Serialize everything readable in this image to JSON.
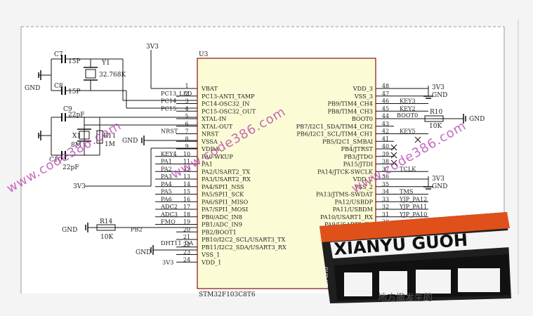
{
  "chip": {
    "ref": "U3",
    "part": "STM32F103C8T6",
    "left_pins": [
      {
        "num": "1",
        "name": "VBAT",
        "net": ""
      },
      {
        "num": "2",
        "name": "PC13-ANTI_TAMP",
        "net": "PC13_LED"
      },
      {
        "num": "3",
        "name": "PC14-OSC32_IN",
        "net": "PC14"
      },
      {
        "num": "4",
        "name": "PC15-OSC32_OUT",
        "net": "PC15"
      },
      {
        "num": "5",
        "name": "XTAL-IN",
        "net": ""
      },
      {
        "num": "6",
        "name": "XTAL-OUT",
        "net": ""
      },
      {
        "num": "7",
        "name": "NRST",
        "net": "NRST"
      },
      {
        "num": "8",
        "name": "VSSA",
        "net": ""
      },
      {
        "num": "9",
        "name": "VDDA",
        "net": ""
      },
      {
        "num": "10",
        "name": "PA0-WKUP",
        "net": "KEY4"
      },
      {
        "num": "11",
        "name": "PA1",
        "net": "PA1"
      },
      {
        "num": "12",
        "name": "PA2/USART2_TX",
        "net": "PA2"
      },
      {
        "num": "13",
        "name": "PA3/USART2_RX",
        "net": "PA3"
      },
      {
        "num": "14",
        "name": "PA4/SPI1_NSS",
        "net": "PA4"
      },
      {
        "num": "15",
        "name": "PA5/SPI1_SCK",
        "net": "PA5"
      },
      {
        "num": "16",
        "name": "PA6/SPI1_MISO",
        "net": "PA6"
      },
      {
        "num": "17",
        "name": "PA7/SPI1_MOSI",
        "net": "ADC2"
      },
      {
        "num": "18",
        "name": "PB0/ADC_IN8",
        "net": "ADC3"
      },
      {
        "num": "19",
        "name": "PB1/ADC_IN9",
        "net": "FMQ"
      },
      {
        "num": "20",
        "name": "PB2/BOOT1",
        "net": "PB2"
      },
      {
        "num": "21",
        "name": "PB10/I2C2_SCL/USART3_TX",
        "net": "DHT11_DA"
      },
      {
        "num": "22",
        "name": "PB11/I2C2_SDA/USART3_RX",
        "net": ""
      },
      {
        "num": "23",
        "name": "VSS_1",
        "net": ""
      },
      {
        "num": "24",
        "name": "VDD_1",
        "net": "3V3"
      }
    ],
    "right_pins": [
      {
        "num": "48",
        "name": "VDD_3",
        "net": "3V3"
      },
      {
        "num": "47",
        "name": "VSS_3",
        "net": "GND"
      },
      {
        "num": "46",
        "name": "PB9/TIM4_CH4",
        "net": "KEY3"
      },
      {
        "num": "45",
        "name": "PB8/TIM4_CH3",
        "net": "KEY2"
      },
      {
        "num": "44",
        "name": "BOOT0",
        "net": "BOOT0"
      },
      {
        "num": "43",
        "name": "PB7/I2C1_SDA/TIM4_CH2",
        "net": ""
      },
      {
        "num": "42",
        "name": "PB6/I2C1_SCL/TIM4_CH1",
        "net": "KEY5"
      },
      {
        "num": "41",
        "name": "PB5/I2C1_SMBAl",
        "net": ""
      },
      {
        "num": "40",
        "name": "PB4/JTRST",
        "net": ""
      },
      {
        "num": "39",
        "name": "PB3/JTDO",
        "net": ""
      },
      {
        "num": "38",
        "name": "PA15/JTDI",
        "net": ""
      },
      {
        "num": "37",
        "name": "PA14/JTCK-SWCLK",
        "net": "TCLK"
      },
      {
        "num": "36",
        "name": "VDD_2",
        "net": "3V3"
      },
      {
        "num": "35",
        "name": "VSS_2",
        "net": "GND"
      },
      {
        "num": "34",
        "name": "PA13/JTMS-SWDAT",
        "net": "TMS"
      },
      {
        "num": "33",
        "name": "PA12/USBDP",
        "net": "YJP_PA12"
      },
      {
        "num": "32",
        "name": "PA11/USBDM",
        "net": "YJP_PA11"
      },
      {
        "num": "31",
        "name": "PA10/USART1_RX",
        "net": "YJP_PA10"
      },
      {
        "num": "30",
        "name": "PA9/USART1_TX",
        "net": ""
      }
    ]
  },
  "components": {
    "c7_ref": "C7",
    "c7_val": "15P",
    "c8_ref": "C8",
    "c8_val": "15P",
    "y1_ref": "Y1",
    "y1_val": "32.768K",
    "c9_ref": "C9",
    "c9_val": "22pF",
    "c10_ref": "C10",
    "c10_val": "22pF",
    "x1_ref": "X1",
    "x1_val": "8M",
    "r11_ref": "R11",
    "r11_val": "1M",
    "r10_ref": "R10",
    "r10_val": "10K",
    "r14_ref": "R14",
    "r14_val": "10K"
  },
  "labels": {
    "vbat_3v3": "3V3",
    "gnd": "GND",
    "v3v3": "3V3",
    "gnd_top_right": "GND",
    "gnd_r10": "GND"
  },
  "watermarks": {
    "left": "www.code386.com",
    "center": "www.code386.com",
    "right": "www.code386.com"
  },
  "overlay": {
    "banner": "XIANYU GUOH",
    "bottom_text": "地方撤发生的",
    "side_text": "GUO HE"
  },
  "colors": {
    "chip_fill": "#fbfbd6",
    "chip_stroke": "#8a0f0f",
    "wire": "#111111",
    "watermark": "#b33aa8",
    "overlay_bg": "#1e1e1e",
    "overlay_accent": "#e0501a"
  }
}
